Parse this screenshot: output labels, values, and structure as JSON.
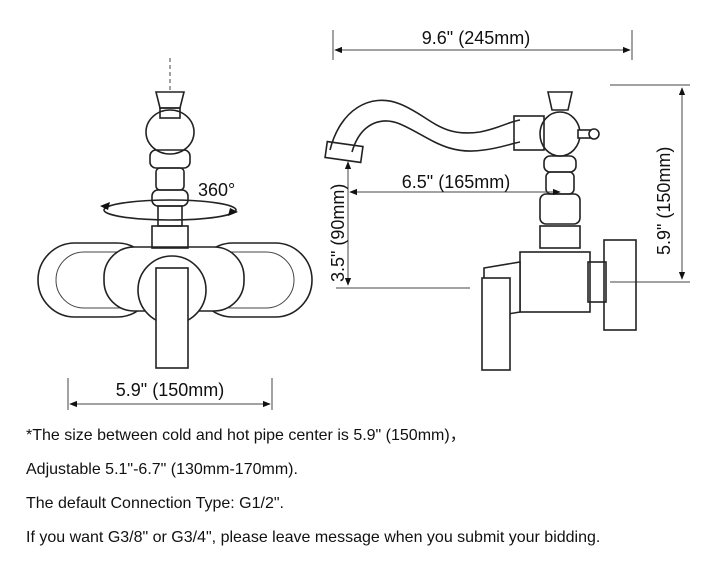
{
  "dimensions": {
    "total_width": "9.6\" (245mm)",
    "total_height": "5.9\" (150mm)",
    "spout_reach": "6.5\" (165mm)",
    "spout_height": "3.5\" (90mm)",
    "pipe_center": "5.9\" (150mm)",
    "rotation": "360°"
  },
  "notes": [
    "*The size between cold and hot pipe center is 5.9\" (150mm)，",
    "Adjustable 5.1\"-6.7\" (130mm-170mm).",
    "The default Connection Type: G1/2\".",
    "If you want G3/8\" or G3/4\", please leave message when you submit your bidding."
  ]
}
